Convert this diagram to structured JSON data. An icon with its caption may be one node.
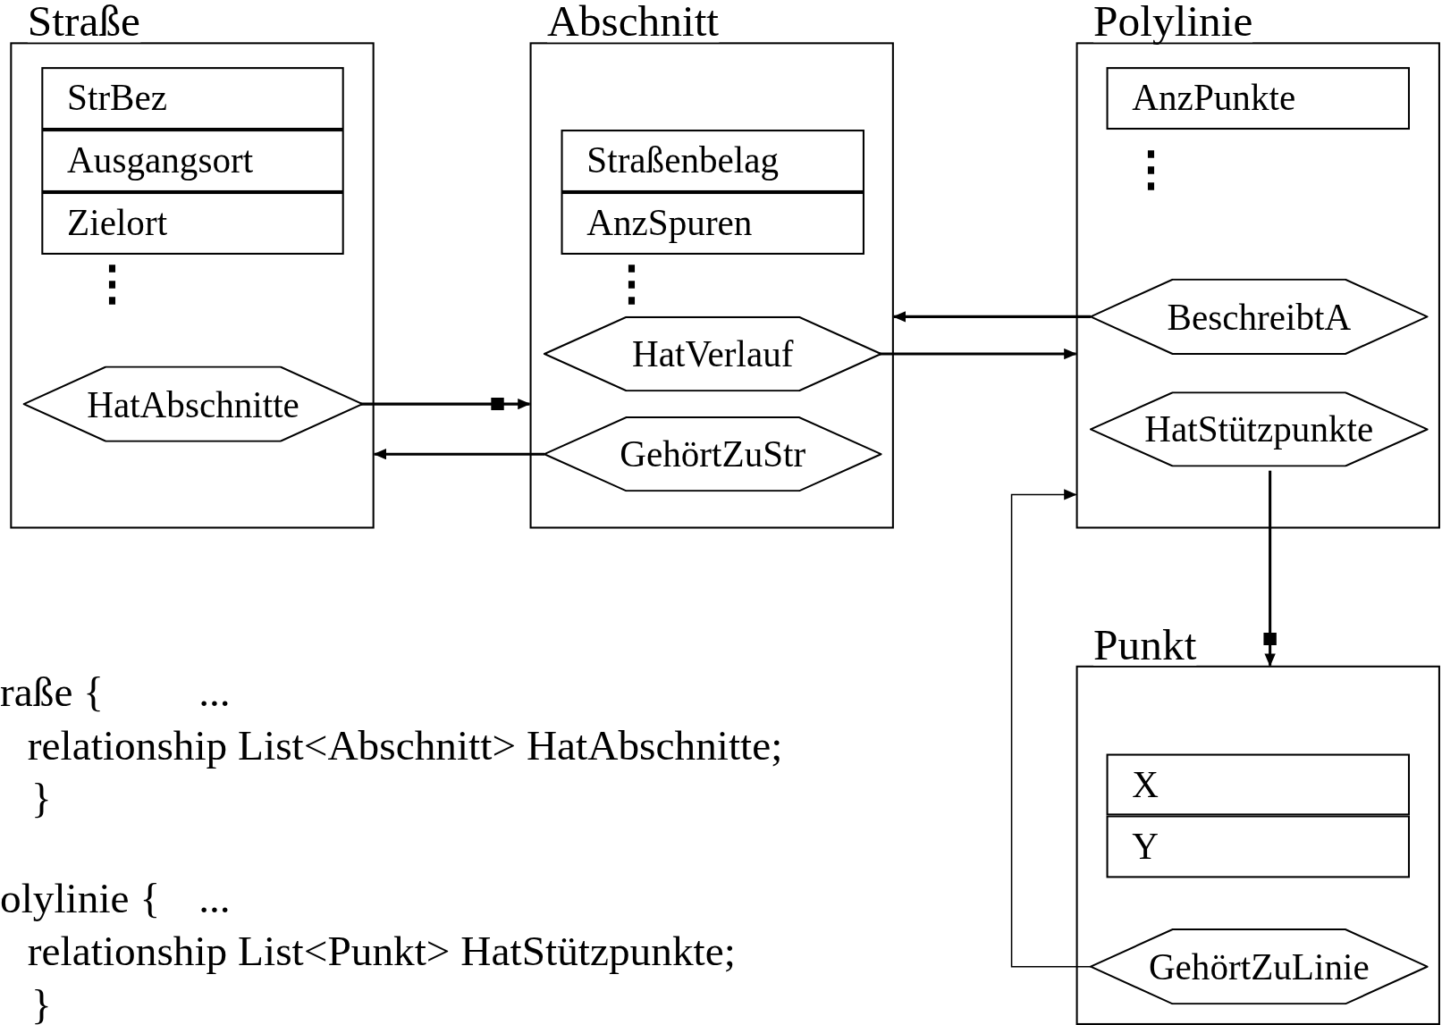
{
  "diagram": {
    "nodes": [
      {
        "text": [
          "Straße"
        ]
      },
      {
        "text": [
          "StrBez"
        ],
        "in": 0
      },
      {
        "text": [
          "Ausgangsort"
        ],
        "in": 0
      },
      {
        "text": [
          "Zielort"
        ],
        "in": 0
      },
      {
        "text": [
          "HatAbschnitte"
        ],
        "in": 0
      },
      {
        "text": [
          "Abschnitt"
        ]
      },
      {
        "text": [
          "Straßenbelag"
        ],
        "in": 5
      },
      {
        "text": [
          "AnzSpuren"
        ],
        "in": 5
      },
      {
        "text": [
          "HatVerlauf"
        ],
        "in": 5
      },
      {
        "text": [
          "GehörtZuStr"
        ],
        "in": 5
      },
      {
        "text": [
          "Polylinie"
        ]
      },
      {
        "text": [
          "AnzPunkte"
        ],
        "in": 10
      },
      {
        "text": [
          "BeschreibtA"
        ],
        "in": 10
      },
      {
        "text": [
          "HatStützpunkte"
        ],
        "in": 10
      },
      {
        "text": [
          "Punkt"
        ]
      },
      {
        "text": [
          "X"
        ],
        "in": 14
      },
      {
        "text": [
          "Y"
        ],
        "in": 14
      },
      {
        "text": [
          "GehörtZuLinie"
        ],
        "in": 14
      }
    ],
    "edges": [
      {
        "from": 4,
        "to": 5,
        "arrow": "to"
      },
      {
        "from": 9,
        "to": 0,
        "arrow": "to"
      },
      {
        "from": 8,
        "to": 10,
        "arrow": "to"
      },
      {
        "from": 12,
        "to": 5,
        "arrow": "to"
      },
      {
        "from": 13,
        "to": 14,
        "arrow": "to"
      },
      {
        "from": 17,
        "to": 10,
        "arrow": "to"
      }
    ],
    "labels": [
      "⋮",
      "⋮",
      "⋮",
      "raße {",
      "...",
      "relationship List<Abschnitt> HatAbschnitte;",
      "}",
      "olylinie {",
      "...",
      "relationship List<Punkt> HatStützpunkte;",
      "}"
    ]
  }
}
